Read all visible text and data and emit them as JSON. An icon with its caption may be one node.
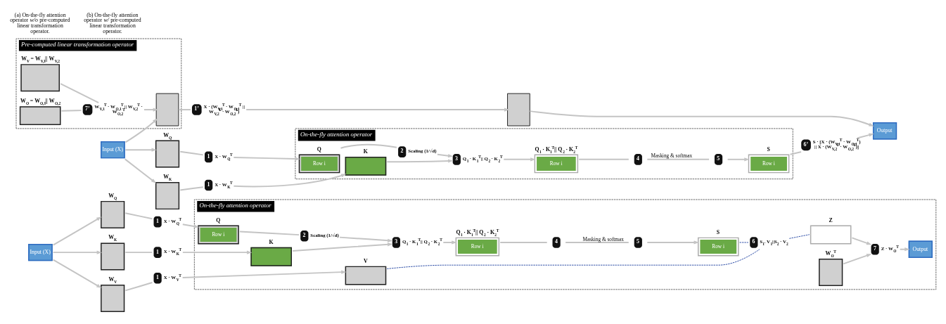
{
  "diagram": {
    "nodes": [
      {
        "text": [
          "On-the-fly attention operator"
        ]
      },
      {
        "text": [
          "Q$_{1}$ · K$_{1}$$^{T}$|| Q$_{2}$ · K$_{2}$$^{T}$",
          "Row i"
        ],
        "in": 0
      },
      {
        "text": [
          "Q",
          "Row i"
        ],
        "in": 0
      },
      {
        "text": [
          "K"
        ],
        "in": 0
      },
      {
        "text": [
          "S",
          "Row i"
        ],
        "in": 0
      },
      {
        "text": [
          "Z"
        ],
        "in": 0
      },
      {
        "text": [
          "V"
        ],
        "in": 0
      },
      {
        "text": [
          "Output"
        ],
        "in": 0
      },
      {
        "text": [
          "W$_{O}$$^{T}$"
        ],
        "in": 0
      },
      {
        "text": [
          "W$_{Q}$"
        ]
      },
      {
        "text": [
          "W$_{K}$"
        ]
      },
      {
        "text": [
          "W$_{V}$"
        ]
      },
      {
        "text": [
          "Input (X)"
        ]
      },
      {
        "text": [
          "1"
        ],
        "beside": [
          "X · W$_{Q}$$^{T}$"
        ]
      },
      {
        "text": [
          "1"
        ],
        "beside": [
          "X · W$_{K}$$^{T}$"
        ]
      },
      {
        "text": [
          "1"
        ],
        "beside": [
          "X · W$_{V}$$^{T}$"
        ]
      },
      {
        "text": [
          "2"
        ],
        "beside": [
          "Scaling (1/√d)"
        ],
        "in": 0
      },
      {
        "text": [
          "3"
        ],
        "beside": [
          "Q$_{1}$ · K$_{1}$$^{T}$|| Q$_{2}$ · K$_{2}$$^{T}$"
        ],
        "in": 0
      },
      {
        "text": [
          "4"
        ],
        "in": 0
      },
      {
        "text": [
          "5"
        ],
        "in": 0
      },
      {
        "text": [
          "6"
        ],
        "beside": [
          "S$_{1}$. V$_{1}$||S$_{2}$ · V$_{2}$"
        ],
        "in": 0
      },
      {
        "text": [
          "7"
        ],
        "beside": [
          "Z · W$_{O}$$^{T}$"
        ],
        "in": 0
      },
      {
        "text": [
          "On-the-fly attention operator"
        ]
      },
      {
        "text": [
          "Q$_{1}$ · K$_{1}$$^{T}$|| Q$_{2}$ · K$_{2}$$^{T}$",
          "Row i"
        ],
        "in": 22
      },
      {
        "text": [
          "Q",
          "Row i"
        ],
        "in": 22
      },
      {
        "text": [
          "K"
        ],
        "in": 22
      },
      {
        "text": [
          "S",
          "Row i"
        ],
        "in": 22
      },
      {
        "text": [
          "2"
        ],
        "beside": [
          "Scaling (1/√d)"
        ],
        "in": 22
      },
      {
        "text": [
          "3"
        ],
        "beside": [
          "Q$_{1}$ · K$_{1}$$^{T}$|| Q$_{2}$ · K$_{2}$$^{T}$"
        ],
        "in": 22
      },
      {
        "text": [
          "4"
        ],
        "in": 22
      },
      {
        "text": [
          "5"
        ],
        "in": 22
      },
      {
        "text": [
          "Output"
        ]
      },
      {
        "text": [],
        "shape": "box"
      },
      {
        "text": [
          "6’"
        ],
        "beside": [
          "S · [X · (W$_{V,1}$$^{T}$ · W$_{O,1}$$^{T}$) || X · (W$_{V,2}$$^{T}$ · W$_{O,2}$$^{T}$)]"
        ]
      },
      {
        "text": [
          "Pre-computed linear transformation operator"
        ]
      },
      {
        "text": [
          "W$_{V}$ = W$_{V,1}$|| W$_{V,2}$"
        ],
        "in": 34
      },
      {
        "text": [
          "W$_{O}$ = W$_{O,1}$|| W$_{O,2}$"
        ],
        "in": 34
      },
      {
        "text": [
          "7’"
        ],
        "beside": [
          "W$_{V,1}$$^{T}$ · W$_{O,1}$$^{T}$ || W$_{V,2}$$^{T}$ · W$_{O,2}$$^{T}$"
        ],
        "in": 34
      },
      {
        "text": [],
        "shape": "box",
        "in": 34
      },
      {
        "text": [
          "1’"
        ],
        "beside": [
          "X · (W$_{V,1}$$^{T}$ · W$_{O,1}$$^{T}$ || W$_{V,2}$$^{T}$ · W$_{O,2}$$^{T}$)"
        ]
      },
      {
        "text": [
          "W$_{Q}$"
        ]
      },
      {
        "text": [
          "W$_{K}$"
        ]
      },
      {
        "text": [
          "Input (X)"
        ]
      },
      {
        "text": [
          "1"
        ],
        "beside": [
          "X · W$_{Q}$$^{T}$"
        ]
      },
      {
        "text": [
          "1"
        ],
        "beside": [
          "X · W$_{K}$$^{T}$"
        ]
      }
    ],
    "edges": [
      {
        "from": 12,
        "to": 9,
        "arrow": "to"
      },
      {
        "from": 12,
        "to": 10,
        "arrow": "to"
      },
      {
        "from": 12,
        "to": 11,
        "arrow": "to"
      },
      {
        "from": 9,
        "to": 13,
        "arrow": "none"
      },
      {
        "from": 13,
        "to": 2,
        "arrow": "to"
      },
      {
        "from": 10,
        "to": 14,
        "arrow": "none"
      },
      {
        "from": 14,
        "to": 3,
        "arrow": "to"
      },
      {
        "from": 11,
        "to": 15,
        "arrow": "none"
      },
      {
        "from": 15,
        "to": 6,
        "arrow": "to"
      },
      {
        "from": 2,
        "to": 16,
        "arrow": "none"
      },
      {
        "from": 16,
        "to": 17,
        "arrow": "to"
      },
      {
        "from": 3,
        "to": 17,
        "arrow": "to"
      },
      {
        "from": 17,
        "to": 1,
        "arrow": "to"
      },
      {
        "from": 1,
        "to": 18,
        "arrow": "none"
      },
      {
        "from": 18,
        "to": 19,
        "arrow": "none",
        "label": "Masking & softmax"
      },
      {
        "from": 19,
        "to": 4,
        "arrow": "to"
      },
      {
        "from": 4,
        "to": 20,
        "arrow": "none",
        "style": "dashed",
        "color": "#2f4fa8"
      },
      {
        "from": 6,
        "to": 20,
        "arrow": "none",
        "style": "dashed",
        "color": "#2f4fa8"
      },
      {
        "from": 20,
        "to": 5,
        "arrow": "none",
        "style": "dashed",
        "color": "#2f4fa8"
      },
      {
        "from": 5,
        "to": 21,
        "arrow": "to"
      },
      {
        "from": 8,
        "to": 21,
        "arrow": "to"
      },
      {
        "from": 21,
        "to": 7,
        "arrow": "to"
      },
      {
        "from": 42,
        "to": 40,
        "arrow": "to"
      },
      {
        "from": 42,
        "to": 41,
        "arrow": "to"
      },
      {
        "from": 42,
        "to": 38,
        "arrow": "to"
      },
      {
        "from": 40,
        "to": 43,
        "arrow": "none"
      },
      {
        "from": 43,
        "to": 24,
        "arrow": "to"
      },
      {
        "from": 41,
        "to": 44,
        "arrow": "none"
      },
      {
        "from": 44,
        "to": 25,
        "arrow": "to"
      },
      {
        "from": 24,
        "to": 27,
        "arrow": "none"
      },
      {
        "from": 27,
        "to": 28,
        "arrow": "to"
      },
      {
        "from": 25,
        "to": 28,
        "arrow": "to"
      },
      {
        "from": 28,
        "to": 23,
        "arrow": "to"
      },
      {
        "from": 23,
        "to": 29,
        "arrow": "none"
      },
      {
        "from": 29,
        "to": 30,
        "arrow": "none",
        "label": "Masking & softmax"
      },
      {
        "from": 30,
        "to": 26,
        "arrow": "to"
      },
      {
        "from": 26,
        "to": 33,
        "arrow": "none"
      },
      {
        "from": 33,
        "to": 31,
        "arrow": "to"
      },
      {
        "from": 32,
        "to": 31,
        "arrow": "to"
      },
      {
        "from": 35,
        "to": 37,
        "arrow": "none"
      },
      {
        "from": 36,
        "to": 37,
        "arrow": "none"
      },
      {
        "from": 37,
        "to": 38,
        "arrow": "to"
      },
      {
        "from": 38,
        "to": 39,
        "arrow": "none"
      },
      {
        "from": 39,
        "to": 32,
        "arrow": "to"
      }
    ],
    "labels": [
      "(a) On-the-fly attention operator *w/o* pre-computed linear transformation operator.",
      "(b) On-the-fly attention operator *w/* pre-computed linear transformation operator."
    ]
  }
}
